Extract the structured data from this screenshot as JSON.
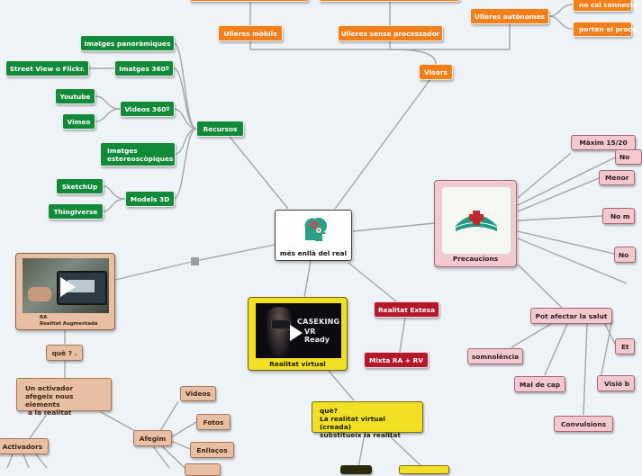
{
  "central": {
    "label": "més enllà del real"
  },
  "recursos": {
    "label": "Recursos",
    "items": [
      {
        "key": "panoramiques",
        "label": "Imatges panoràmiques"
      },
      {
        "key": "img360",
        "label": "Imatges 360º"
      },
      {
        "key": "streetview",
        "label": "Street View o Flickr."
      },
      {
        "key": "videos360",
        "label": "Videos 360º"
      },
      {
        "key": "youtube",
        "label": "Youtube"
      },
      {
        "key": "vimeo",
        "label": "Vimeo"
      },
      {
        "key": "estereo",
        "label": "Imatges estereoscòpiques"
      },
      {
        "key": "models3d",
        "label": "Models 3D"
      },
      {
        "key": "sketchup",
        "label": "SketchUp"
      },
      {
        "key": "thingiverse",
        "label": "Thingiverse"
      }
    ]
  },
  "visors": {
    "label": "Visors",
    "items": [
      {
        "key": "mobils",
        "label": "Ulleres mòbils"
      },
      {
        "key": "senseproc",
        "label": "Ulleres sense processador"
      },
      {
        "key": "autonomes",
        "label": "Ulleres autònomes"
      },
      {
        "key": "connectar",
        "label": "no cal connecta"
      },
      {
        "key": "porten",
        "label": "porten el proce"
      }
    ]
  },
  "precaucions": {
    "label": "Precaucions",
    "items": [
      {
        "key": "maxim",
        "label": "Màxim 15/20"
      },
      {
        "key": "no1",
        "label": "No"
      },
      {
        "key": "menors",
        "label": "Menor"
      },
      {
        "key": "nom",
        "label": "No m"
      },
      {
        "key": "no2",
        "label": "No"
      },
      {
        "key": "pot",
        "label": "Pot afectar la salut"
      },
      {
        "key": "somnolencia",
        "label": "somnolència"
      },
      {
        "key": "mal",
        "label": "Mal de cap"
      },
      {
        "key": "convulsions",
        "label": "Convulsions"
      },
      {
        "key": "et",
        "label": "Et"
      },
      {
        "key": "visio",
        "label": "Visió b"
      }
    ]
  },
  "rv": {
    "label": "Realitat virtual",
    "video_overlay": "CASEKING",
    "video_overlay2": "VR Ready",
    "que": {
      "line1": "què?",
      "line2": "La realitat virtual (creada)",
      "line3": "substitueix la realitat"
    }
  },
  "extesa": {
    "label": "Realitat Extesa",
    "mixta": "Mixta RA + RV"
  },
  "ra": {
    "caption1": "RA",
    "caption2": "Realitat Augmentada",
    "que": "què ? .",
    "activador": {
      "line1": "Un activador",
      "line2": "afegeix nous elements",
      "line3": "a la realitat"
    },
    "activadors": "Activadors",
    "afegim": "Afegim",
    "items": [
      {
        "key": "videos",
        "label": "Videos"
      },
      {
        "key": "fotos",
        "label": "Fotos"
      },
      {
        "key": "enllacos",
        "label": "Enllaços"
      }
    ]
  },
  "colors": {
    "green": "#128a3a",
    "orange": "#f07f1c",
    "red": "#b5182b",
    "pink": "#f2c9ce",
    "tan": "#e8bfa2",
    "yellow": "#f1df26",
    "link": "#a7a7a7"
  }
}
